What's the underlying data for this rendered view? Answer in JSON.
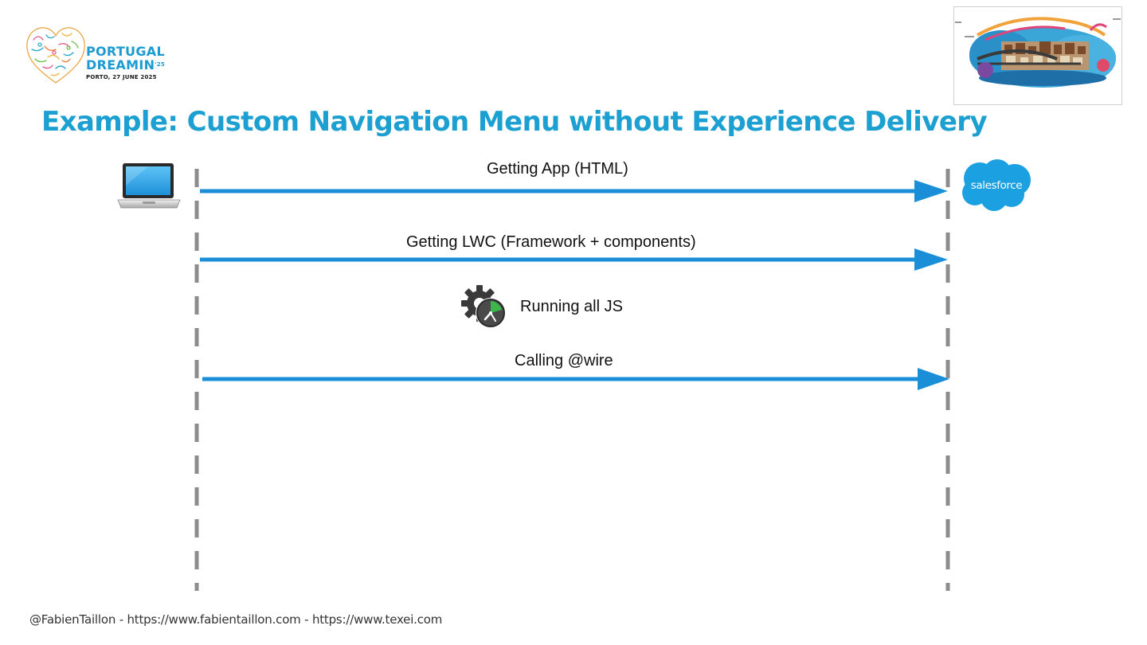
{
  "logo": {
    "line1": "PORTUGAL",
    "line2": "DREAMIN",
    "line2_sup": "'25",
    "date": "PORTO, 27 JUNE 2025"
  },
  "title": "Example: Custom Navigation Menu without Experience Delivery",
  "participants": {
    "client": {
      "icon": "laptop-icon"
    },
    "server": {
      "icon": "salesforce-cloud-icon",
      "label": "salesforce"
    }
  },
  "messages": [
    {
      "label": "Getting App (HTML)",
      "direction": "client-to-server"
    },
    {
      "label": "Getting LWC (Framework + components)",
      "direction": "client-to-server"
    },
    {
      "label": "Running all JS",
      "type": "local-processing",
      "icon": "gear-clock-icon"
    },
    {
      "label": "Calling @wire",
      "direction": "client-to-server"
    }
  ],
  "footer": "@FabienTaillon - https://www.fabientaillon.com - https://www.texei.com",
  "colors": {
    "title": "#1c9fd1",
    "arrow": "#1a8fd8",
    "lifeline": "#8c8c8c",
    "salesforce": "#1ba0e1"
  }
}
